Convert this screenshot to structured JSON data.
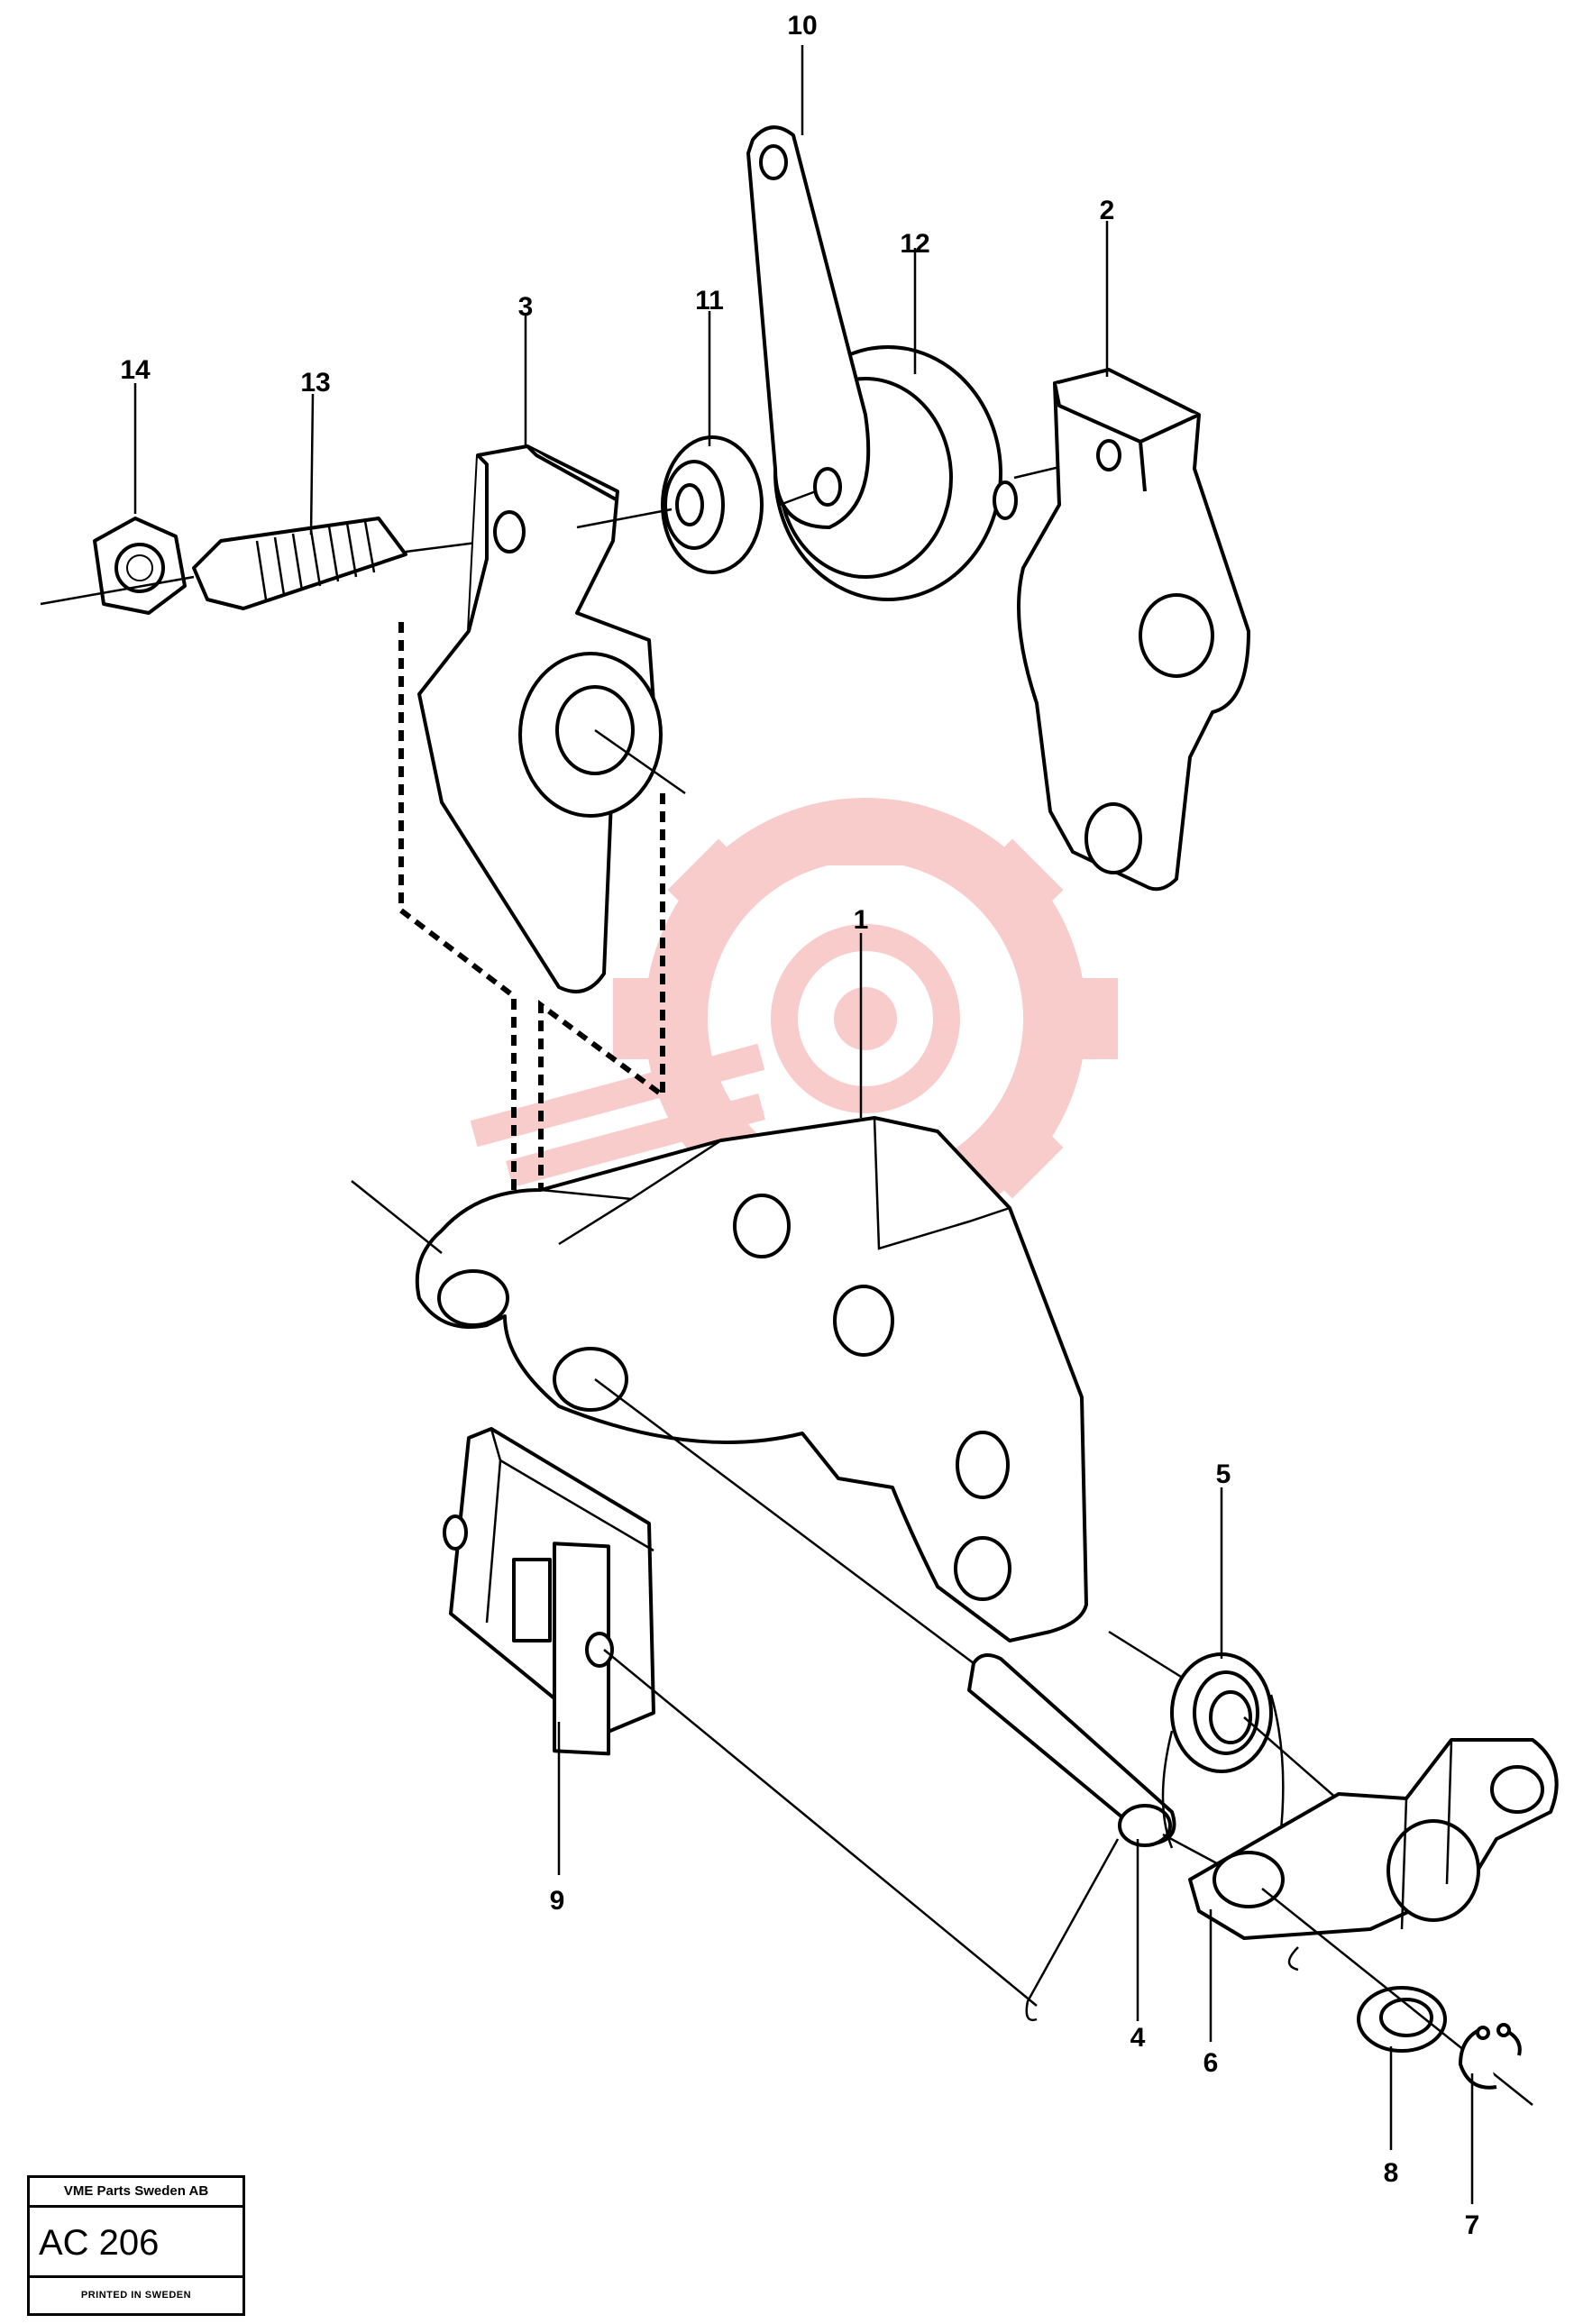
{
  "diagram": {
    "callouts": [
      {
        "id": "1",
        "label": "1"
      },
      {
        "id": "2",
        "label": "2"
      },
      {
        "id": "3",
        "label": "3"
      },
      {
        "id": "4",
        "label": "4"
      },
      {
        "id": "5",
        "label": "5"
      },
      {
        "id": "6",
        "label": "6"
      },
      {
        "id": "7",
        "label": "7"
      },
      {
        "id": "8",
        "label": "8"
      },
      {
        "id": "9",
        "label": "9"
      },
      {
        "id": "10",
        "label": "10"
      },
      {
        "id": "11",
        "label": "11"
      },
      {
        "id": "12",
        "label": "12"
      },
      {
        "id": "13",
        "label": "13"
      },
      {
        "id": "14",
        "label": "14"
      }
    ]
  },
  "title_block": {
    "company": "VME Parts Sweden AB",
    "code": "AC 206",
    "printed": "PRINTED IN SWEDEN"
  },
  "colors": {
    "watermark": "#f4a3a3",
    "ink": "#000000"
  }
}
